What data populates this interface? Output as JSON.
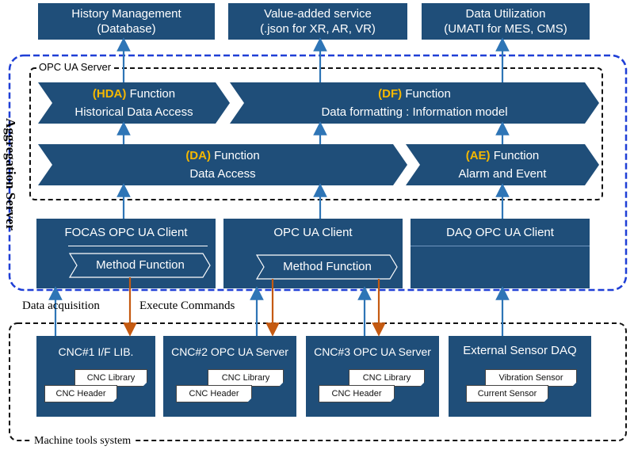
{
  "top_boxes": [
    {
      "line1": "History Management",
      "line2": "(Database)"
    },
    {
      "line1": "Value-added service",
      "line2": "(.json for XR, AR, VR)"
    },
    {
      "line1": "Data Utilization",
      "line2": "(UMATI for MES, CMS)"
    }
  ],
  "labels": {
    "opc_server": "OPC UA Server",
    "aggregation": "Aggregation Server",
    "machine_tools": "Machine tools system",
    "data_acquisition": "Data acquisition",
    "execute_commands": "Execute Commands"
  },
  "functions": {
    "hda": {
      "abbr": "(HDA)",
      "word": "Function",
      "desc": "Historical Data Access"
    },
    "df": {
      "abbr": "(DF)",
      "word": "Function",
      "desc": "Data formatting : Information model"
    },
    "da": {
      "abbr": "(DA)",
      "word": "Function",
      "desc": "Data Access"
    },
    "ae": {
      "abbr": "(AE)",
      "word": "Function",
      "desc": "Alarm and Event"
    }
  },
  "clients": [
    {
      "title": "FOCAS OPC UA Client",
      "method": "Method Function"
    },
    {
      "title": "OPC UA Client",
      "method": "Method Function"
    },
    {
      "title": "DAQ OPC UA Client"
    }
  ],
  "machines": [
    {
      "title": "CNC#1 I/F LIB.",
      "doc_back": "CNC  Library",
      "doc_front": "CNC  Header"
    },
    {
      "title": "CNC#2 OPC UA Server",
      "doc_back": "CNC  Library",
      "doc_front": "CNC Header"
    },
    {
      "title": "CNC#3 OPC UA Server",
      "doc_back": "CNC  Library",
      "doc_front": "CNC Header"
    },
    {
      "title": "External Sensor DAQ",
      "doc_back": "Vibration Sensor",
      "doc_front": "Current Sensor"
    }
  ],
  "colors": {
    "box": "#1f4e79",
    "highlight": "#f5b800",
    "up_arrow": "#2e75b6",
    "down_arrow": "#c55a11",
    "dash_blue": "#1f3fd6"
  }
}
